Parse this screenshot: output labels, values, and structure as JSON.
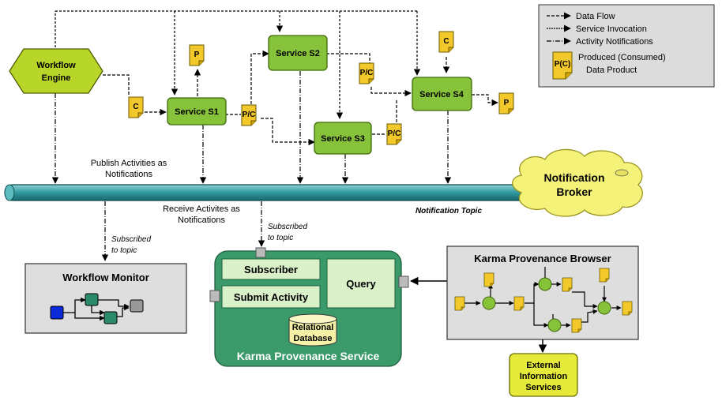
{
  "legend": {
    "data_flow": "Data Flow",
    "service_invocation": "Service Invocation",
    "activity_notifications": "Activity Notifications",
    "doc_glyph": "P(C)",
    "produced_line1": "Produced (Consumed)",
    "produced_line2": "Data Product"
  },
  "workflow_engine": {
    "line1": "Workflow",
    "line2": "Engine"
  },
  "services": {
    "s1": "Service S1",
    "s2": "Service S2",
    "s3": "Service S3",
    "s4": "Service S4"
  },
  "docs": {
    "consumed": "C",
    "produced": "P",
    "produced_consumed": "P/C"
  },
  "bus_labels": {
    "publish_line1": "Publish Activities as",
    "publish_line2": "Notifications",
    "receive_line1": "Receive Activites as",
    "receive_line2": "Notifications",
    "notification_topic": "Notification Topic"
  },
  "broker": {
    "line1": "Notification",
    "line2": "Broker"
  },
  "subscribed": {
    "line1": "Subscribed",
    "line2": "to topic"
  },
  "workflow_monitor": {
    "title": "Workflow Monitor"
  },
  "karma_service": {
    "title": "Karma Provenance Service",
    "subscriber": "Subscriber",
    "submit_activity": "Submit Activity",
    "query": "Query",
    "db_line1": "Relational",
    "db_line2": "Database"
  },
  "karma_browser": {
    "title": "Karma Provenance Browser"
  },
  "external": {
    "line1": "External",
    "line2": "Information",
    "line3": "Services"
  }
}
